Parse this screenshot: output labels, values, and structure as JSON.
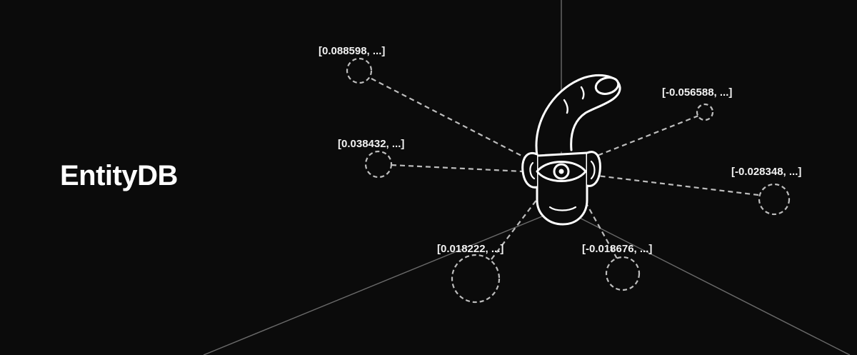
{
  "title": "EntityDB",
  "colors": {
    "background": "#0b0b0b",
    "foreground": "#ffffff",
    "dashed": "#bdbdbd",
    "axis": "#6a6a6a"
  },
  "icons": {
    "mascot": "eye-finger-head-icon"
  },
  "vectors": [
    {
      "label": "[0.088598, ...]"
    },
    {
      "label": "[-0.056588, ...]"
    },
    {
      "label": "[0.038432, ...]"
    },
    {
      "label": "[-0.028348, ...]"
    },
    {
      "label": "[0.018222, ...]"
    },
    {
      "label": "[-0.018676, ...]"
    }
  ]
}
